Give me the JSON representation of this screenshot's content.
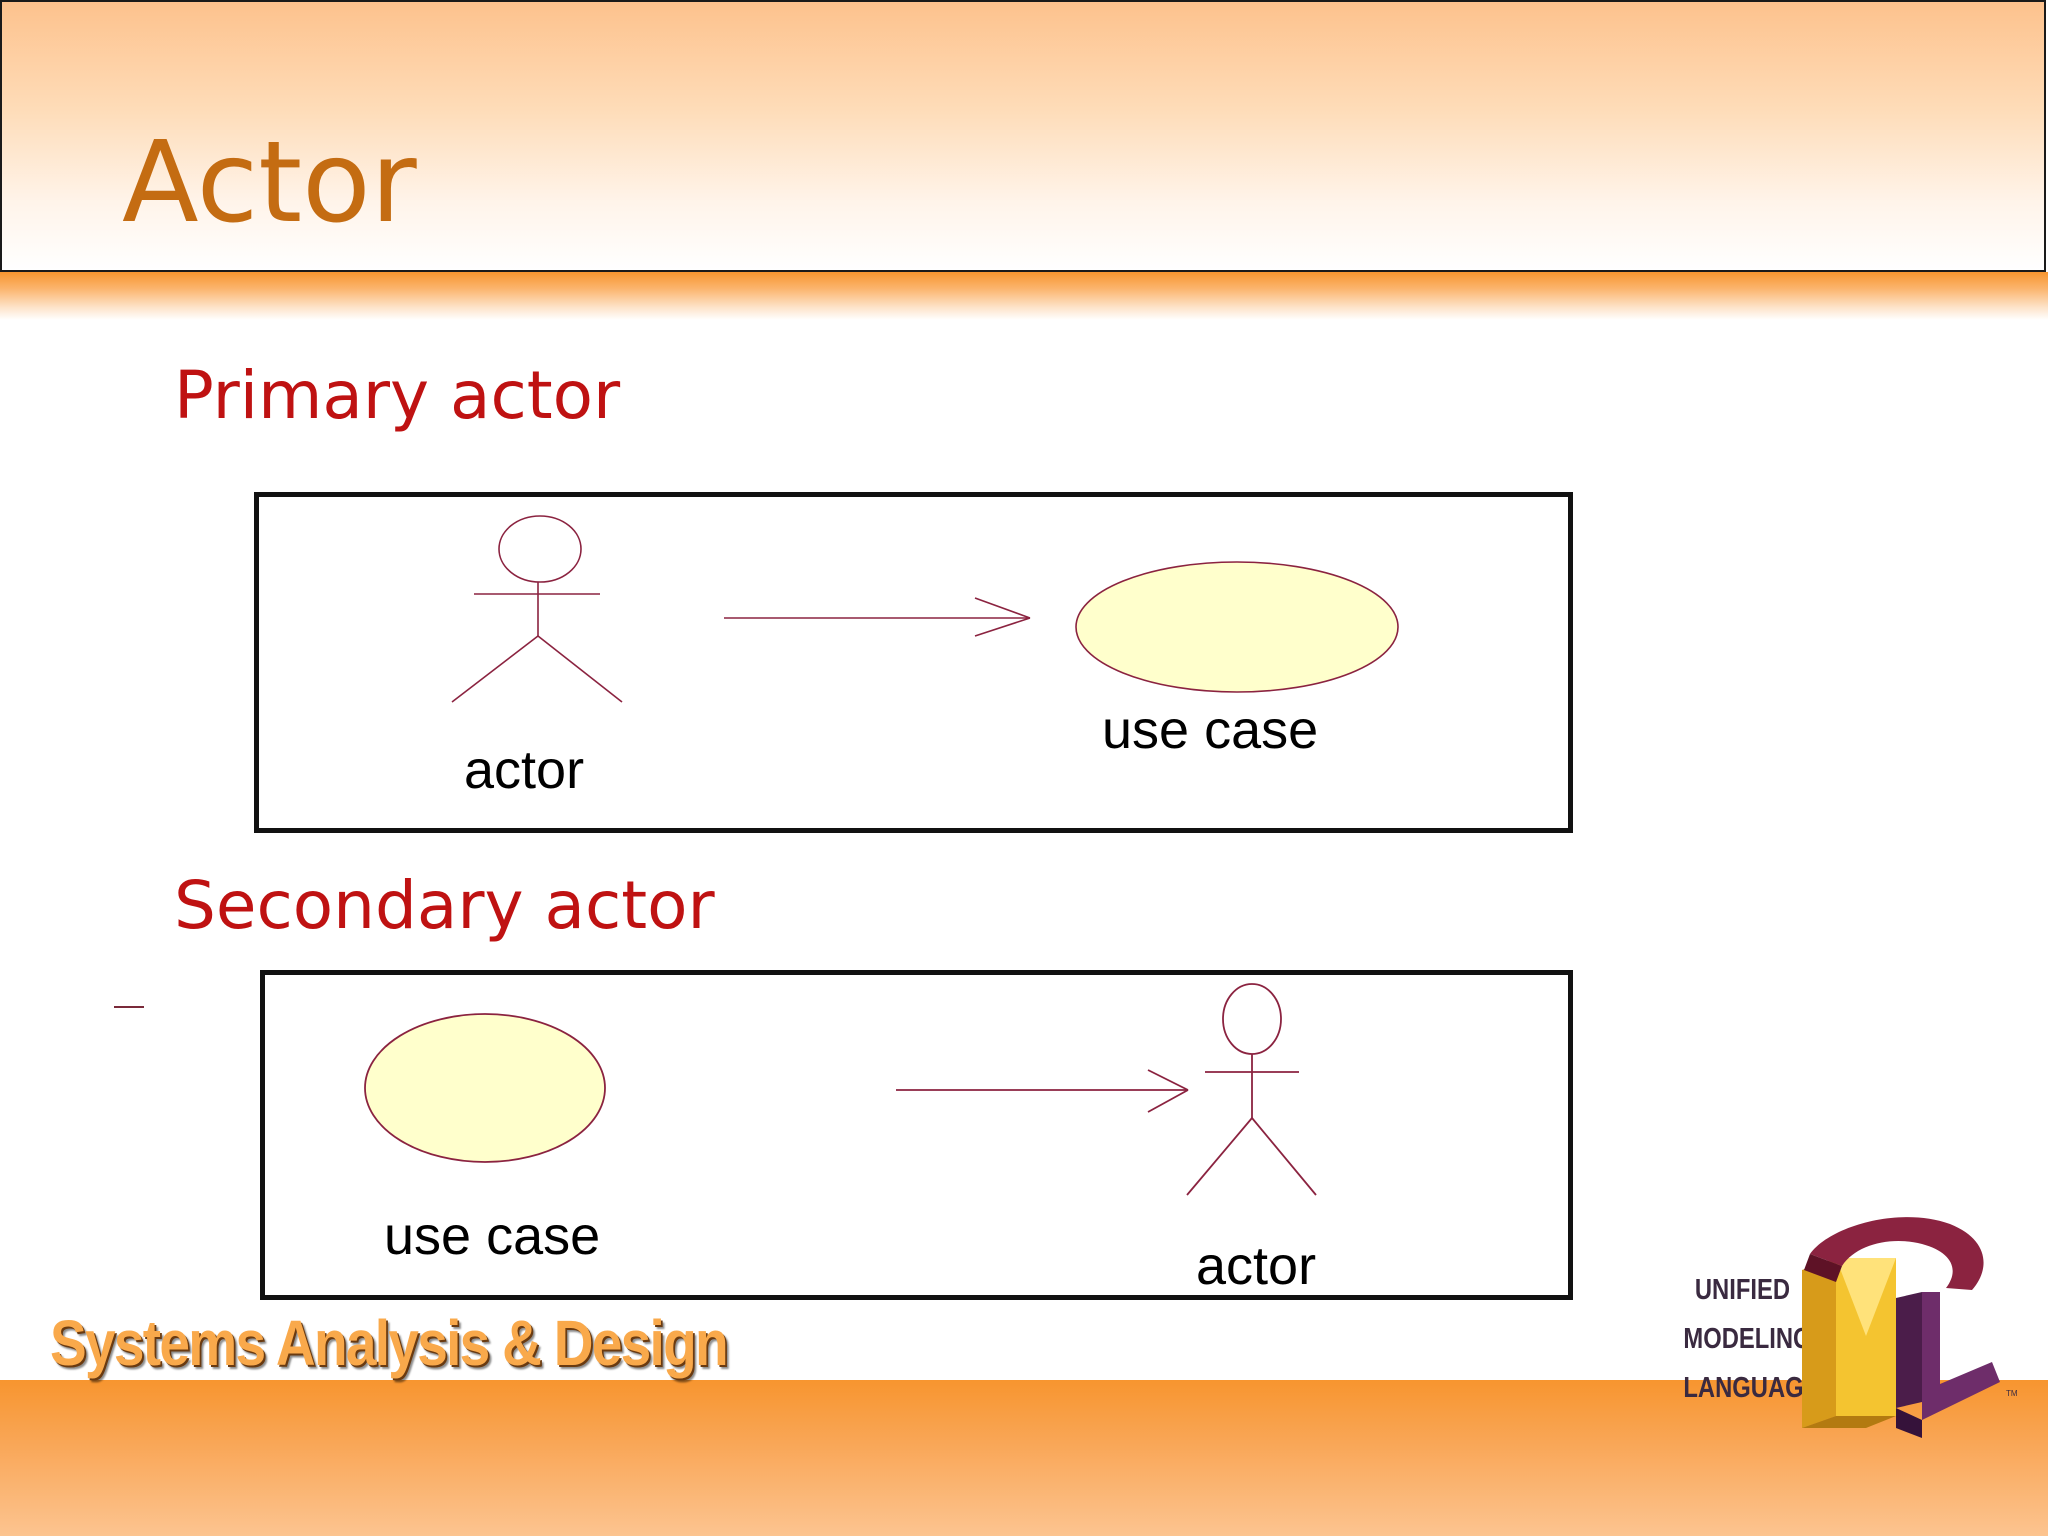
{
  "slide": {
    "title": "Actor",
    "sections": {
      "primary": {
        "heading": "Primary actor",
        "actor_label": "actor",
        "use_case_label": "use case"
      },
      "secondary": {
        "heading": "Secondary actor",
        "use_case_label": "use case",
        "actor_label": "actor"
      }
    }
  },
  "footer": {
    "brand": "Systems Analysis & Design",
    "uml_logo": {
      "words": [
        "UNIFIED",
        "MODELING",
        "LANGUAGE"
      ],
      "letters": [
        "U",
        "M",
        "L"
      ],
      "trademark": "TM"
    }
  },
  "colors": {
    "title": "#c46c12",
    "heading": "#bf1212",
    "diagram_stroke": "#8b2340",
    "use_case_fill": "#ffffcc",
    "band_orange": "#f7952f"
  }
}
